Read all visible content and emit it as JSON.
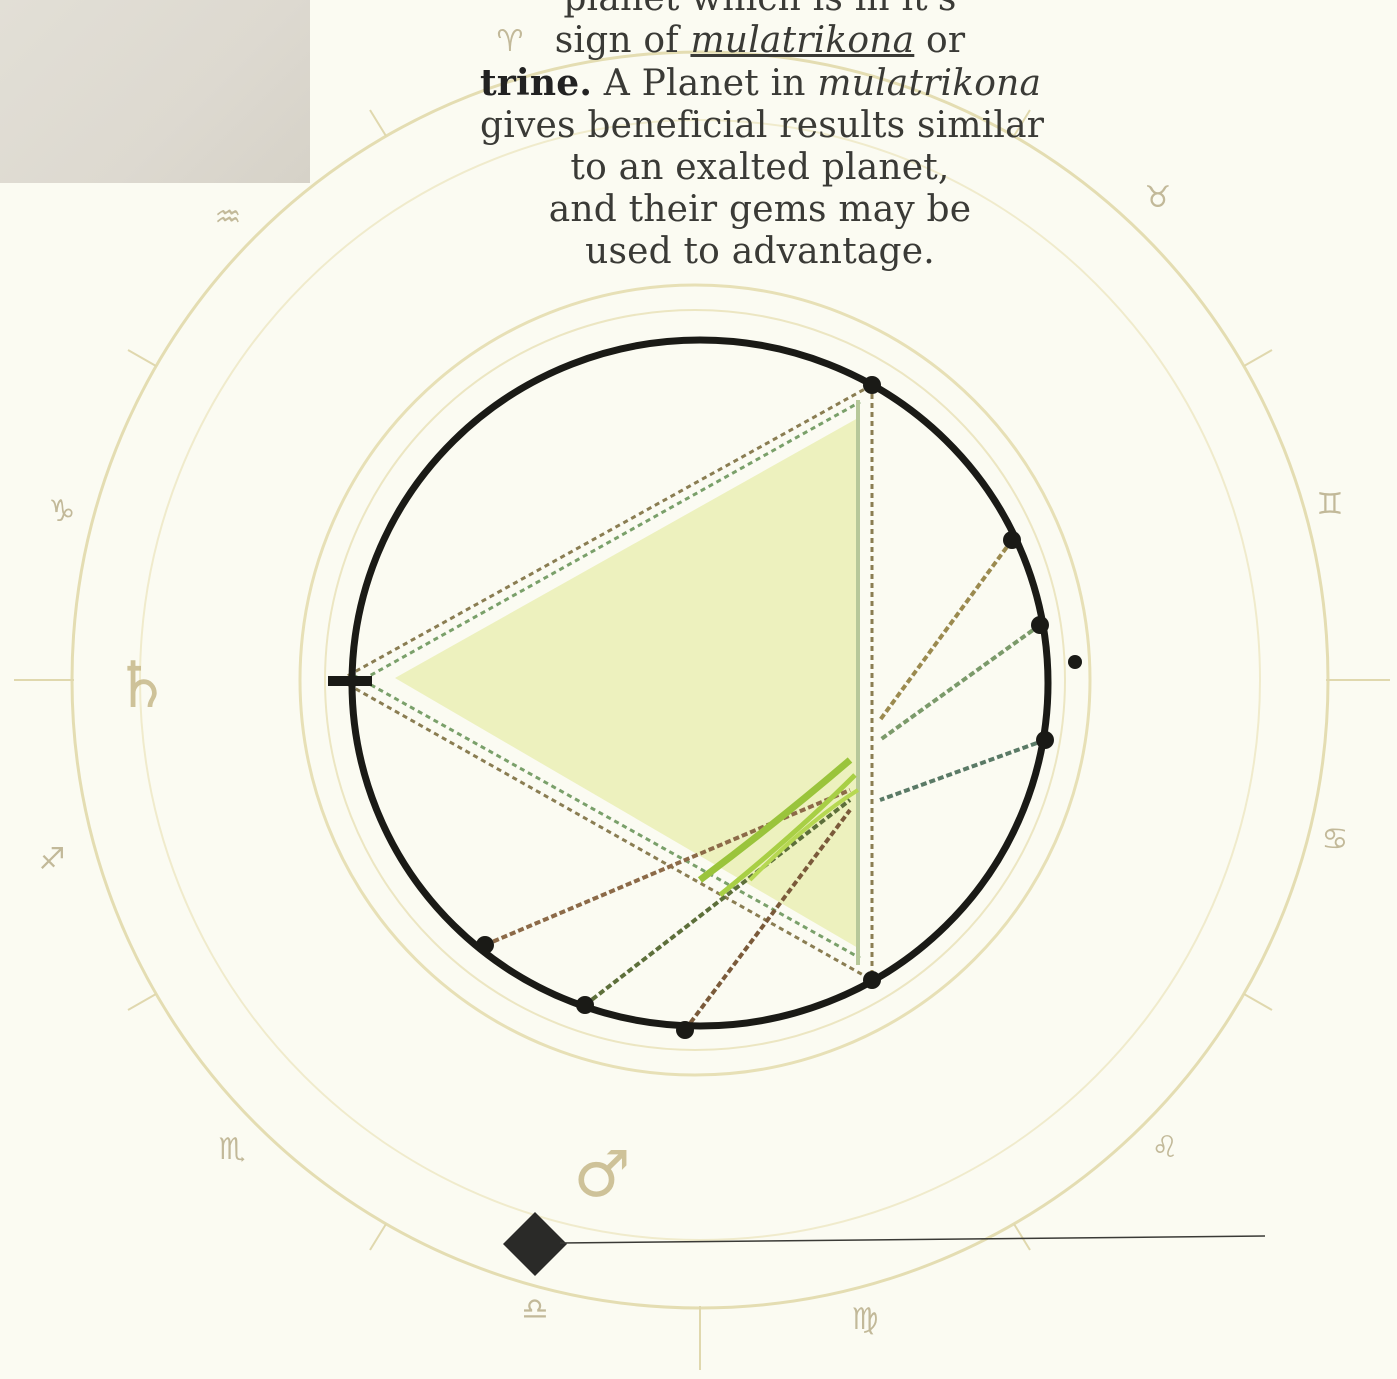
{
  "caption": {
    "line1": "planet which is in it's",
    "line2_prefix": "sign of",
    "line2_italic": "mulatrikona",
    "line2_suffix": "or",
    "line3_bold": "trine.",
    "line3_text": "A Planet in",
    "line3_italic": "mulatrikona",
    "line4": "gives beneficial results similar",
    "line5": "to an exalted planet,",
    "line6": "and their gems  may be",
    "line7": "used to advantage."
  },
  "symbols": {
    "left_planet": "♄",
    "bottom_planet": "♂"
  },
  "colors": {
    "background": "#fbfbf2",
    "trine_fill": "#eaefb5",
    "ring_dark": "#1a1a16",
    "ring_faint": "#e2dcae",
    "diamond": "#2a2a28"
  },
  "zodiac_icons": [
    "aries-icon",
    "taurus-icon",
    "gemini-icon",
    "cancer-icon",
    "leo-icon",
    "virgo-icon",
    "libra-icon",
    "scorpio-icon",
    "sagittarius-icon",
    "capricorn-icon",
    "aquarius-icon",
    "pisces-icon"
  ]
}
